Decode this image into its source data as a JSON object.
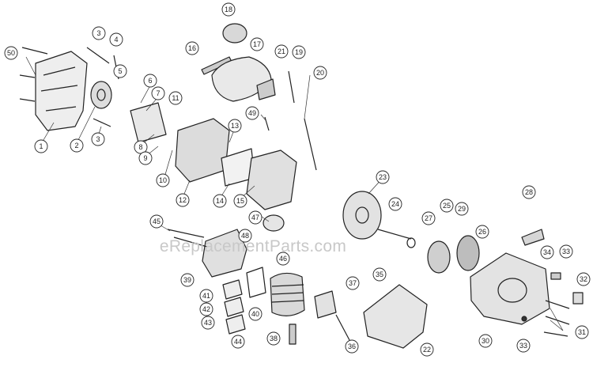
{
  "watermark": "eReplacementParts.com",
  "callouts": [
    "1",
    "2",
    "3",
    "4",
    "5",
    "6",
    "7",
    "8",
    "9",
    "10",
    "11",
    "12",
    "13",
    "14",
    "15",
    "16",
    "17",
    "18",
    "19",
    "20",
    "21",
    "22",
    "23",
    "24",
    "25",
    "26",
    "27",
    "28",
    "29",
    "30",
    "31",
    "32",
    "33",
    "34",
    "35",
    "36",
    "37",
    "38",
    "39",
    "40",
    "41",
    "42",
    "43",
    "44",
    "45",
    "46",
    "47",
    "48",
    "49",
    "50"
  ]
}
